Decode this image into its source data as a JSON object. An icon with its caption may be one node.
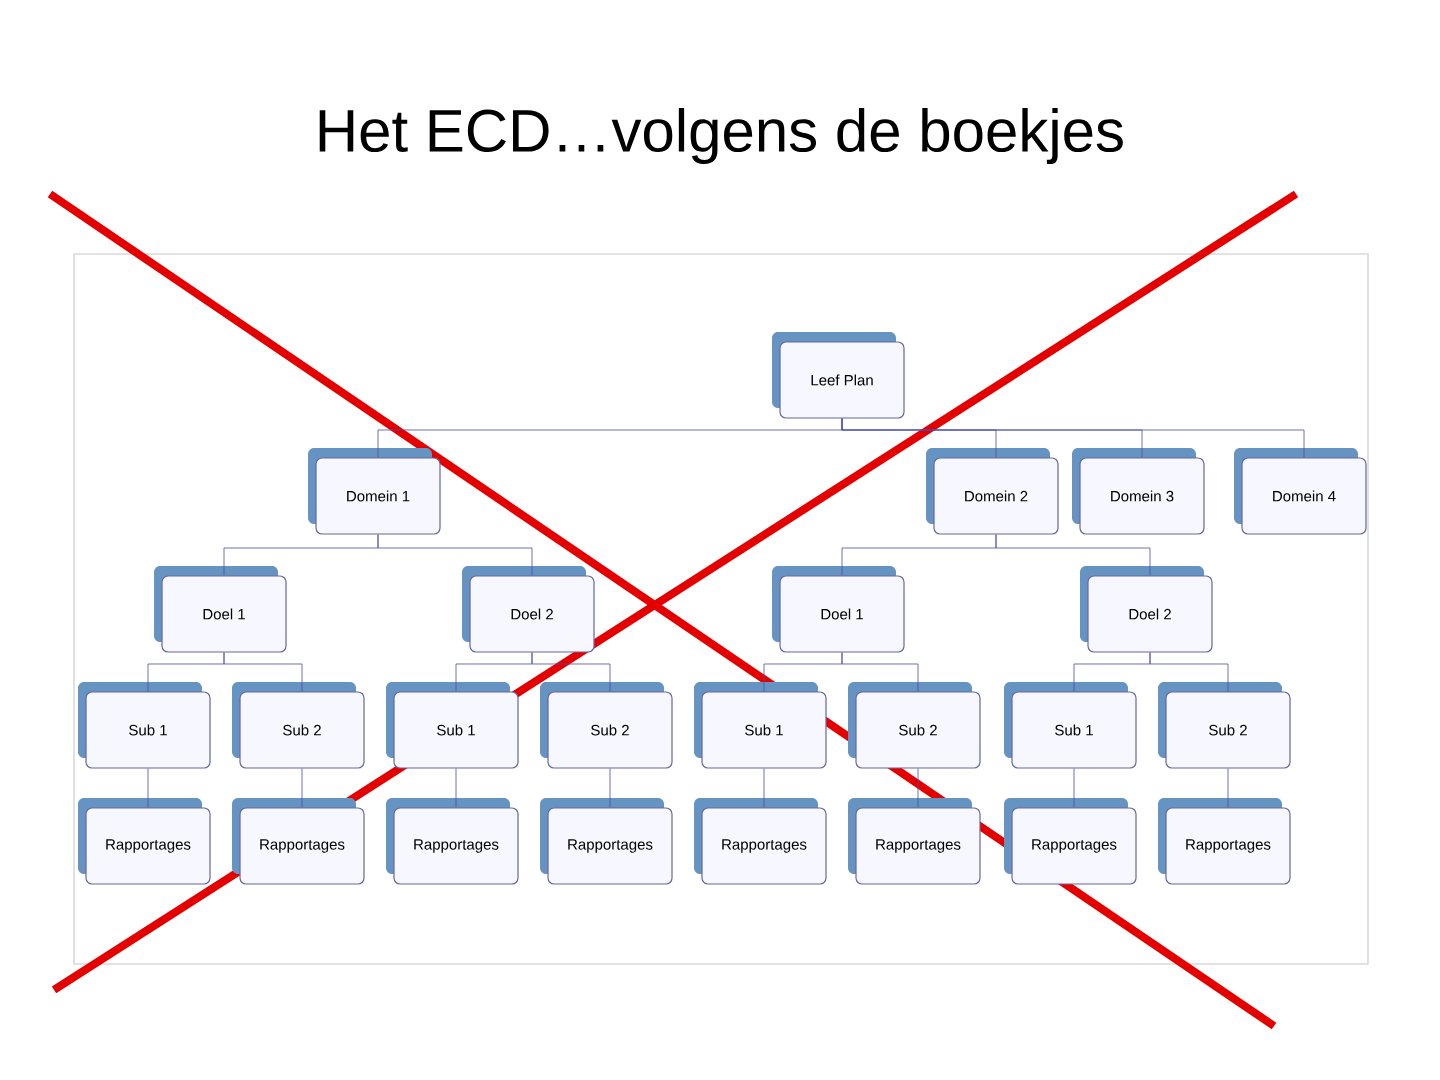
{
  "diagram": {
    "title": "Het ECD…volgens de boekjes",
    "nodes": [
      {
        "text": [
          "Leef Plan"
        ]
      },
      {
        "text": [
          "Domein 1"
        ]
      },
      {
        "text": [
          "Domein 2"
        ]
      },
      {
        "text": [
          "Domein 3"
        ]
      },
      {
        "text": [
          "Domein 4"
        ]
      },
      {
        "text": [
          "Doel 1"
        ]
      },
      {
        "text": [
          "Doel 2"
        ]
      },
      {
        "text": [
          "Doel 1"
        ]
      },
      {
        "text": [
          "Doel 2"
        ]
      },
      {
        "text": [
          "Sub 1"
        ]
      },
      {
        "text": [
          "Sub 2"
        ]
      },
      {
        "text": [
          "Sub 1"
        ]
      },
      {
        "text": [
          "Sub 2"
        ]
      },
      {
        "text": [
          "Sub 1"
        ]
      },
      {
        "text": [
          "Sub 2"
        ]
      },
      {
        "text": [
          "Sub 1"
        ]
      },
      {
        "text": [
          "Sub 2"
        ]
      },
      {
        "text": [
          "Rapportages"
        ]
      },
      {
        "text": [
          "Rapportages"
        ]
      },
      {
        "text": [
          "Rapportages"
        ]
      },
      {
        "text": [
          "Rapportages"
        ]
      },
      {
        "text": [
          "Rapportages"
        ]
      },
      {
        "text": [
          "Rapportages"
        ]
      },
      {
        "text": [
          "Rapportages"
        ]
      },
      {
        "text": [
          "Rapportages"
        ]
      }
    ],
    "edges": [
      {
        "from": 0,
        "to": 1,
        "arrow": "none"
      },
      {
        "from": 0,
        "to": 2,
        "arrow": "none"
      },
      {
        "from": 0,
        "to": 3,
        "arrow": "none"
      },
      {
        "from": 0,
        "to": 4,
        "arrow": "none"
      },
      {
        "from": 1,
        "to": 5,
        "arrow": "none"
      },
      {
        "from": 1,
        "to": 6,
        "arrow": "none"
      },
      {
        "from": 2,
        "to": 7,
        "arrow": "none"
      },
      {
        "from": 2,
        "to": 8,
        "arrow": "none"
      },
      {
        "from": 5,
        "to": 9,
        "arrow": "none"
      },
      {
        "from": 5,
        "to": 10,
        "arrow": "none"
      },
      {
        "from": 6,
        "to": 11,
        "arrow": "none"
      },
      {
        "from": 6,
        "to": 12,
        "arrow": "none"
      },
      {
        "from": 7,
        "to": 13,
        "arrow": "none"
      },
      {
        "from": 7,
        "to": 14,
        "arrow": "none"
      },
      {
        "from": 8,
        "to": 15,
        "arrow": "none"
      },
      {
        "from": 8,
        "to": 16,
        "arrow": "none"
      },
      {
        "from": 9,
        "to": 17,
        "arrow": "none"
      },
      {
        "from": 10,
        "to": 18,
        "arrow": "none"
      },
      {
        "from": 11,
        "to": 19,
        "arrow": "none"
      },
      {
        "from": 12,
        "to": 20,
        "arrow": "none"
      },
      {
        "from": 13,
        "to": 21,
        "arrow": "none"
      },
      {
        "from": 14,
        "to": 22,
        "arrow": "none"
      },
      {
        "from": 15,
        "to": 23,
        "arrow": "none"
      },
      {
        "from": 16,
        "to": 24,
        "arrow": "none"
      }
    ]
  }
}
